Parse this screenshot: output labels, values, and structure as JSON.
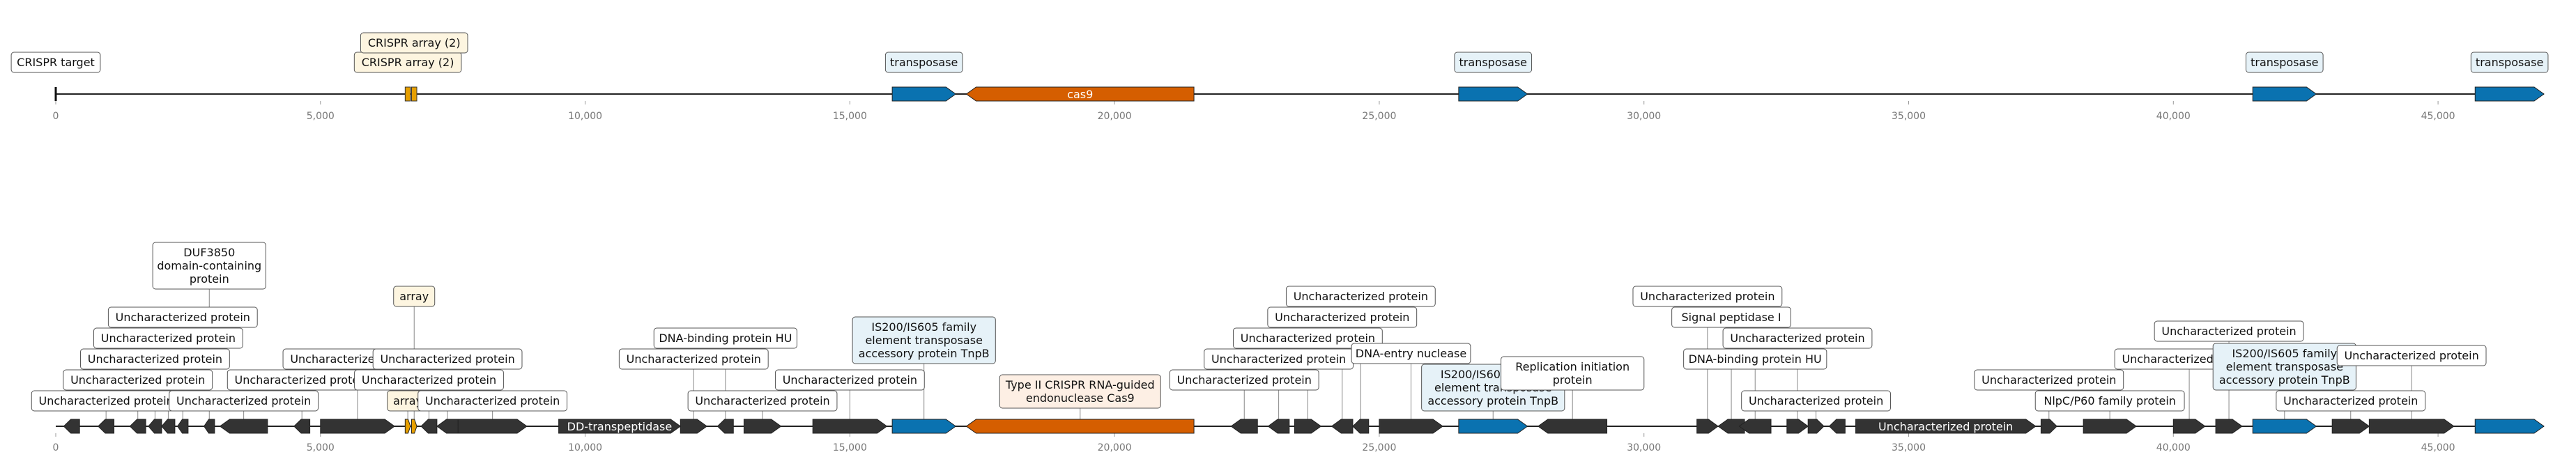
{
  "colors": {
    "cas": "#d55e00",
    "transposase": "#0a72b0",
    "crispr_array": "#e69f00",
    "other": "#333333",
    "backbone": "#222222",
    "box_cas": "#fdefe4",
    "box_transposase": "#e6f2f8",
    "box_crispr": "#fdf5e0",
    "box_other": "#ffffff"
  },
  "axis": {
    "min": 0,
    "max": 47000,
    "ticks": [
      "0",
      "5,000",
      "10,000",
      "15,000",
      "20,000",
      "25,000",
      "30,000",
      "35,000",
      "40,000",
      "45,000"
    ]
  },
  "track1": {
    "features": [
      {
        "type": "target",
        "label": "CRISPR target",
        "start": 0,
        "end": 0
      },
      {
        "type": "crispr",
        "label": "CRISPR array (2)",
        "start": 6600,
        "end": 6700
      },
      {
        "type": "crispr",
        "label": "CRISPR array (2)",
        "start": 6720,
        "end": 6820
      },
      {
        "type": "transposase",
        "label": "transposase",
        "start": 15800,
        "end": 17000,
        "strand": 1
      },
      {
        "type": "cas",
        "label": "cas9",
        "start": 17200,
        "end": 21500,
        "strand": -1,
        "inside": true
      },
      {
        "type": "transposase",
        "label": "transposase",
        "start": 26500,
        "end": 27800,
        "strand": 1
      },
      {
        "type": "transposase",
        "label": "transposase",
        "start": 41500,
        "end": 42700,
        "strand": 1
      },
      {
        "type": "transposase",
        "label": "transposase",
        "start": 45700,
        "end": 47000,
        "strand": 1
      }
    ]
  },
  "track2": {
    "features": [
      {
        "type": "other",
        "label": "",
        "start": 150,
        "end": 450,
        "strand": -1
      },
      {
        "type": "other",
        "label": "Uncharacterized protein",
        "start": 800,
        "end": 1100,
        "strand": -1
      },
      {
        "type": "other",
        "label": "Uncharacterized protein",
        "start": 1400,
        "end": 1700,
        "strand": -1
      },
      {
        "type": "other",
        "label": "Uncharacterized protein",
        "start": 1750,
        "end": 2000,
        "strand": -1
      },
      {
        "type": "other",
        "label": "Uncharacterized protein",
        "start": 2000,
        "end": 2250,
        "strand": -1
      },
      {
        "type": "other",
        "label": "Uncharacterized protein",
        "start": 2300,
        "end": 2500,
        "strand": -1
      },
      {
        "type": "other",
        "label": "DUF3850 domain-containing protein",
        "start": 2800,
        "end": 3000,
        "strand": -1
      },
      {
        "type": "other",
        "label": "Uncharacterized protein",
        "start": 3100,
        "end": 4000,
        "strand": -1
      },
      {
        "type": "other",
        "label": "Uncharacterized protein",
        "start": 4500,
        "end": 4800,
        "strand": -1
      },
      {
        "type": "other",
        "label": "Uncharacterized protein",
        "start": 5000,
        "end": 6400,
        "strand": 1
      },
      {
        "type": "crispr",
        "label": "array",
        "start": 6600,
        "end": 6700,
        "strand": 1
      },
      {
        "type": "crispr",
        "label": "array",
        "start": 6720,
        "end": 6820,
        "strand": 1
      },
      {
        "type": "other",
        "label": "Uncharacterized protein",
        "start": 6900,
        "end": 7200,
        "strand": -1
      },
      {
        "type": "other",
        "label": "Uncharacterized protein",
        "start": 7200,
        "end": 7600,
        "strand": -1
      },
      {
        "type": "other",
        "label": "Uncharacterized protein",
        "start": 7600,
        "end": 8900,
        "strand": 1
      },
      {
        "type": "other",
        "label": "DD-transpeptidase",
        "start": 9500,
        "end": 11800,
        "strand": 1,
        "inside": true
      },
      {
        "type": "other",
        "label": "Uncharacterized protein",
        "start": 11800,
        "end": 12300,
        "strand": 1
      },
      {
        "type": "other",
        "label": "DNA-binding protein HU",
        "start": 12500,
        "end": 12800,
        "strand": -1
      },
      {
        "type": "other",
        "label": "Uncharacterized protein",
        "start": 13000,
        "end": 13700,
        "strand": 1
      },
      {
        "type": "other",
        "label": "Uncharacterized protein",
        "start": 14300,
        "end": 15700,
        "strand": 1
      },
      {
        "type": "transposase",
        "label": "IS200/IS605 family element transposase accessory protein TnpB",
        "start": 15800,
        "end": 17000,
        "strand": 1
      },
      {
        "type": "cas",
        "label": "Type II CRISPR RNA-guided endonuclease Cas9",
        "start": 17200,
        "end": 21500,
        "strand": -1
      },
      {
        "type": "other",
        "label": "Uncharacterized protein",
        "start": 22200,
        "end": 22700,
        "strand": -1
      },
      {
        "type": "other",
        "label": "Uncharacterized protein",
        "start": 22900,
        "end": 23300,
        "strand": -1
      },
      {
        "type": "other",
        "label": "Uncharacterized protein",
        "start": 23400,
        "end": 23900,
        "strand": 1
      },
      {
        "type": "other",
        "label": "Uncharacterized protein",
        "start": 24100,
        "end": 24500,
        "strand": -1
      },
      {
        "type": "other",
        "label": "Uncharacterized protein",
        "start": 24500,
        "end": 24800,
        "strand": -1
      },
      {
        "type": "other",
        "label": "DNA-entry nuclease",
        "start": 25000,
        "end": 26200,
        "strand": 1
      },
      {
        "type": "transposase",
        "label": "IS200/IS605 family element transposase accessory protein TnpB",
        "start": 26500,
        "end": 27800,
        "strand": 1
      },
      {
        "type": "other",
        "label": "Replication initiation protein",
        "start": 28000,
        "end": 29300,
        "strand": -1
      },
      {
        "type": "other",
        "label": "Uncharacterized protein",
        "start": 31000,
        "end": 31400,
        "strand": 1
      },
      {
        "type": "other",
        "label": "Signal peptidase I",
        "start": 31400,
        "end": 31900,
        "strand": -1
      },
      {
        "type": "other",
        "label": "DNA-binding protein HU",
        "start": 31800,
        "end": 32400,
        "strand": -1
      },
      {
        "type": "other",
        "label": "Uncharacterized protein",
        "start": 32700,
        "end": 33100,
        "strand": 1
      },
      {
        "type": "other",
        "label": "Uncharacterized protein",
        "start": 33100,
        "end": 33400,
        "strand": 1
      },
      {
        "type": "other",
        "label": "Uncharacterized protein",
        "start": 33500,
        "end": 33800,
        "strand": -1
      },
      {
        "type": "other",
        "label": "Uncharacterized protein",
        "start": 34000,
        "end": 37400,
        "strand": 1,
        "inside": true
      },
      {
        "type": "other",
        "label": "Uncharacterized protein",
        "start": 37500,
        "end": 37800,
        "strand": 1
      },
      {
        "type": "other",
        "label": "NlpC/P60 family protein",
        "start": 38300,
        "end": 39300,
        "strand": 1
      },
      {
        "type": "other",
        "label": "Uncharacterized protein",
        "start": 40000,
        "end": 40600,
        "strand": 1
      },
      {
        "type": "other",
        "label": "Uncharacterized protein",
        "start": 40800,
        "end": 41300,
        "strand": 1
      },
      {
        "type": "transposase",
        "label": "IS200/IS605 family element transposase accessory protein TnpB",
        "start": 41500,
        "end": 42700,
        "strand": 1
      },
      {
        "type": "other",
        "label": "Uncharacterized protein",
        "start": 43000,
        "end": 43700,
        "strand": 1
      },
      {
        "type": "other",
        "label": "Uncharacterized protein",
        "start": 43700,
        "end": 45300,
        "strand": 1
      },
      {
        "type": "transposase",
        "label": "IS200/IS605 family element transposase accessory protein TnpB",
        "start": 45700,
        "end": 47000,
        "strand": 1
      }
    ]
  }
}
